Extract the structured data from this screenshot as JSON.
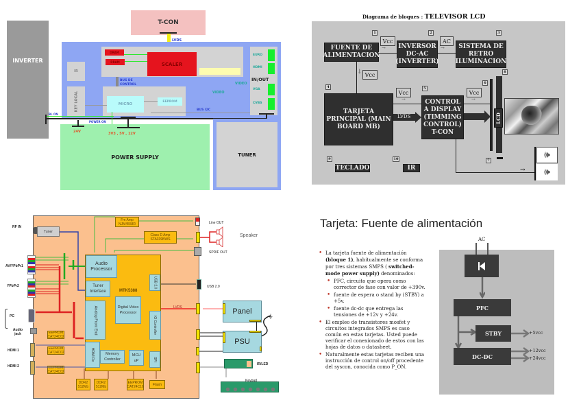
{
  "panel1": {
    "tcon": "T-CON",
    "inverter": "INVERTER",
    "lvds": "LVDS",
    "dram1": "DRAM",
    "dram2": "DRAM",
    "scaler": "SCALER",
    "ir": "IR",
    "key_local": "KEY LOCAL",
    "bus_control": "BUS DE CONTROL",
    "micro": "MICRO",
    "eeprom": "EEPROM",
    "video1": "VIDEO",
    "video2": "VIDEO",
    "inout": "IN/OUT",
    "ports": [
      "EURO",
      "HDMI",
      "VGA",
      "CVBS"
    ],
    "bus_i2c": "BUS I2C",
    "bl_on": "BL ON",
    "power_on": "POWER ON",
    "v24": "24V",
    "v_multi": "3V3 , 5V , 12V",
    "power_supply": "POWER SUPPLY",
    "tuner": "TUNER"
  },
  "panel2": {
    "title_prefix": "Diagrama de bloques : ",
    "title_main": "TELEVISOR LCD",
    "blocks": {
      "fuente": "FUENTE DE ALIMENTACION",
      "inversor": "INVERSOR DC-AC (INVERTER)",
      "sistema": "SISTEMA DE RETRO ILUMINACION",
      "tarjeta": "TARJETA PRINCIPAL (MAIN BOARD MB)",
      "control": "CONTROL A DISPLAY (TIMMING CONTROL) T-CON",
      "teclado": "TECLADO",
      "ir": "IR",
      "lcd": "LCD"
    },
    "badges": [
      "1",
      "2",
      "3",
      "4",
      "5",
      "6",
      "7",
      "8",
      "9",
      "10"
    ],
    "vcc": "Vcc",
    "ac": "AC",
    "lvds": "LVDS"
  },
  "panel3": {
    "inputs": [
      "RF IN",
      "AV/YPbPr1",
      "YPbPr2",
      "PC",
      "Audio jack",
      "HDMI 1",
      "HDMI 2"
    ],
    "tuner": "Tuner",
    "fm_amp": "Fm Amp NJM4558R",
    "class_d": "Class D Amp STA339BWS",
    "line_out": "Line OUT",
    "speaker": "Speaker",
    "spdif": "SPDIF OUT",
    "usb": "USB 2.0",
    "audio_proc": "Audio Processor",
    "tuner_dem": "Tuner Interface",
    "mtk": "MTK5388",
    "usb_blk": "USB 2.0",
    "afe": "Analog Front End",
    "dvp": "Digital Video Processor",
    "lvds": "LVDS",
    "io_ctrl": "IO Controller",
    "hdmi_rx": "HDMI Rx",
    "mem_ctrl": "Memory Controller",
    "mcu": "MCU uP",
    "spi": "SPI",
    "eeprom_labels": [
      "EEPROM CAT24C02",
      "EEPROM CAT24C02",
      "EEPROM CAT24C02"
    ],
    "ddr1": "DDR2 512Mb",
    "ddr2": "DDR2 512Mb",
    "eeprom_bot": "EEPROM CAT24C16",
    "flash": "Flash",
    "panel": "Panel",
    "psu": "PSU",
    "irled": "IR/LED",
    "keypad": "Keypad"
  },
  "panel4": {
    "title": "Tarjeta: Fuente de alimentación",
    "bullets": [
      {
        "pre": "La tarjeta fuente de alimentación ",
        "bold": "(bloque 1)",
        "mid": ",  habitualmente se conforma por tres sistemas SMPS ( ",
        "bold2": "switched-mode power supply)",
        "post": " denominados:"
      },
      {
        "text": "El empleo de transistores mosfet y circuitos integrados SMPS es caso común en estas tarjetas. Usted puede verificar el conexionado de estos con las hojas de datos o datasheet."
      },
      {
        "text": "Naturalmente estas tarjetas reciben una instrucción de control on/off procedente del syscon, conocida como P_ON."
      }
    ],
    "sub_bullets": [
      "PFC, circuito que opera como corrector de fase con valor de +390v.",
      "fuente de espera o stand by (STBY) a +5v.",
      "fuente dc-dc que entrega las tensiones de +12v y +24v."
    ],
    "diagram": {
      "ac": "AC",
      "pfc": "PFC",
      "stby": "STBY",
      "dcdc": "DC-DC",
      "out5": "+5vcc",
      "out12": "+12vcc",
      "out24": "+24vcc"
    }
  }
}
